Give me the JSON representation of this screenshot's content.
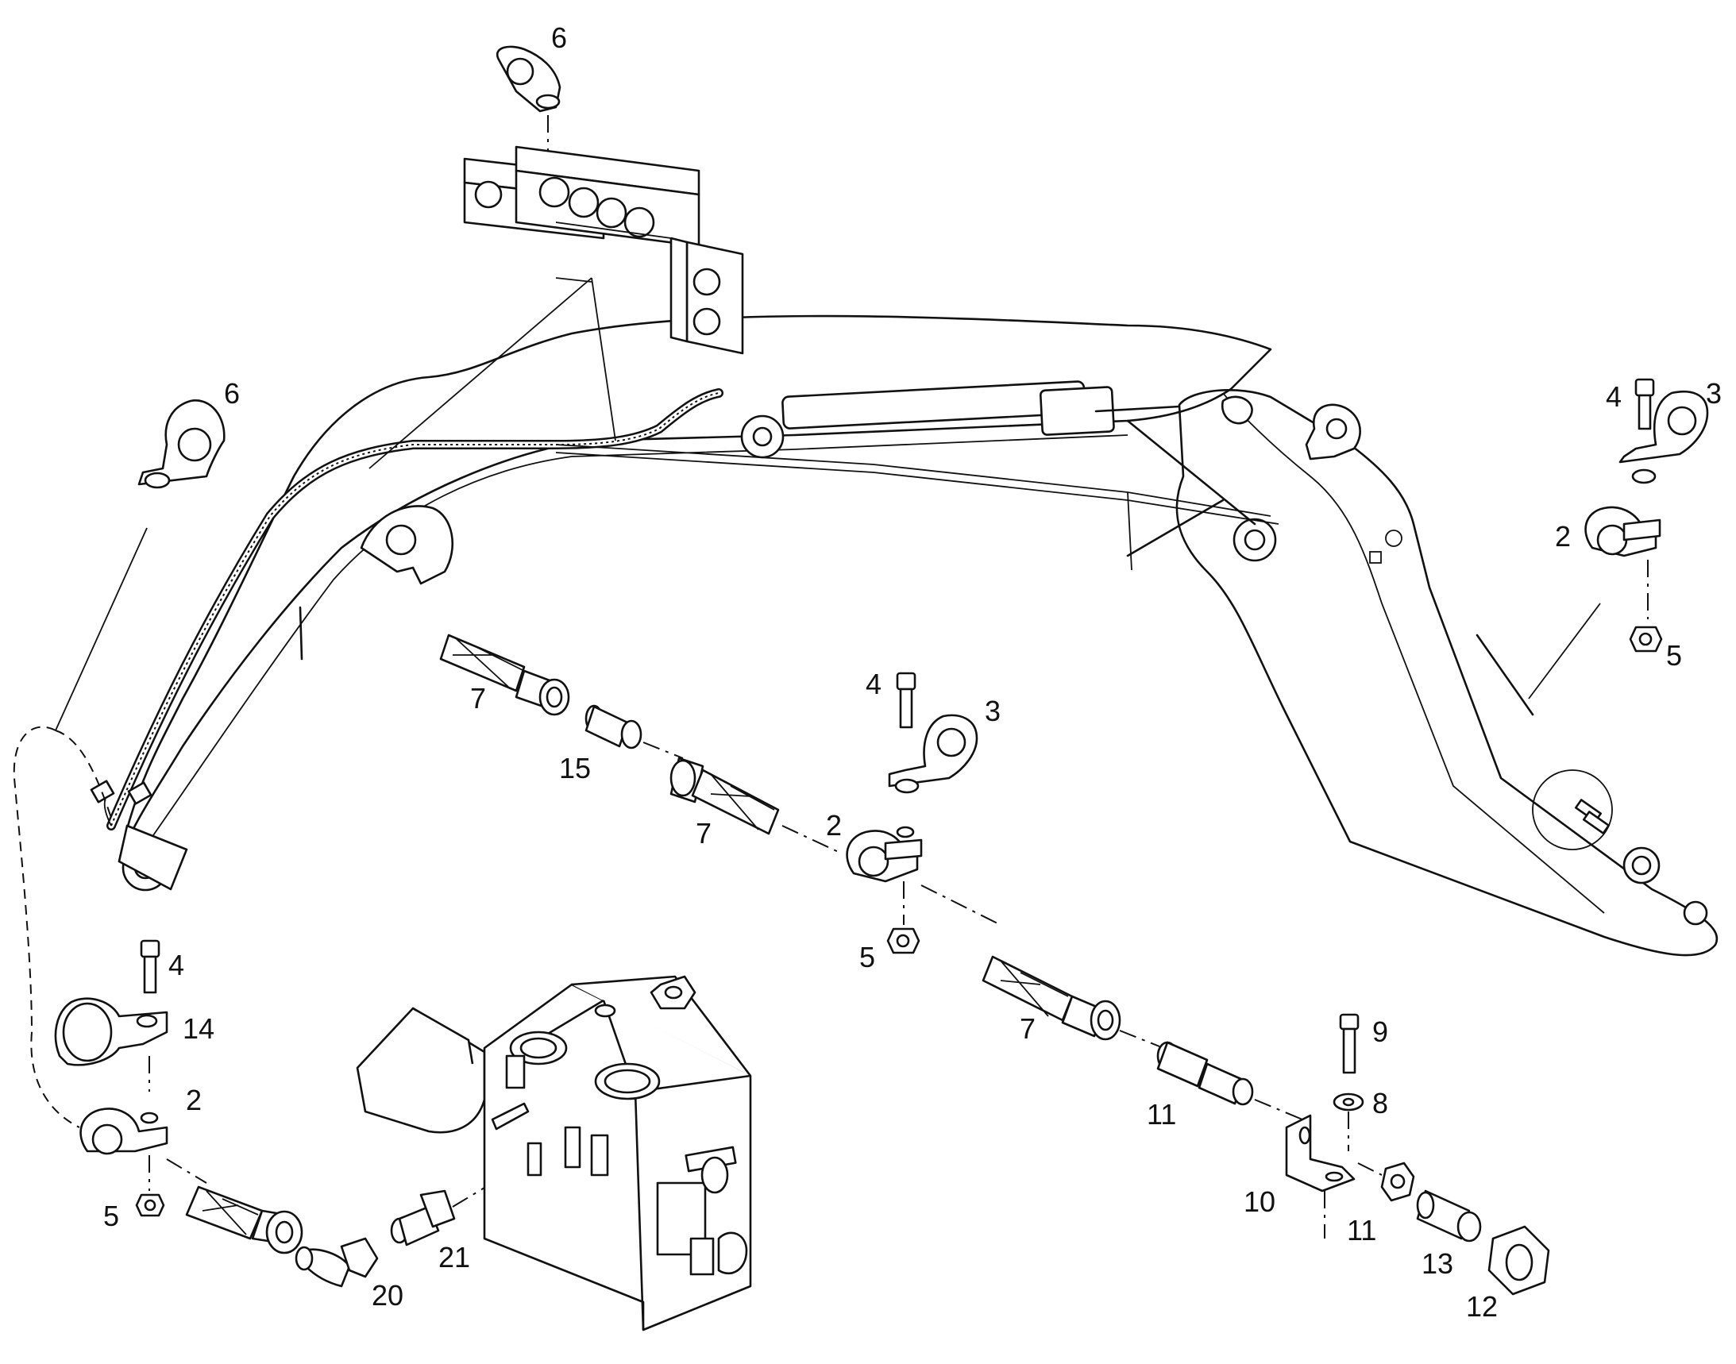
{
  "callouts": [
    {
      "id": "c6a",
      "text": "6"
    },
    {
      "id": "c6b",
      "text": "6"
    },
    {
      "id": "c4a",
      "text": "4"
    },
    {
      "id": "c3a",
      "text": "3"
    },
    {
      "id": "c2a",
      "text": "2"
    },
    {
      "id": "c5a",
      "text": "5"
    },
    {
      "id": "c7a",
      "text": "7"
    },
    {
      "id": "c15",
      "text": "15"
    },
    {
      "id": "c4b",
      "text": "4"
    },
    {
      "id": "c3b",
      "text": "3"
    },
    {
      "id": "c7b",
      "text": "7"
    },
    {
      "id": "c2b",
      "text": "2"
    },
    {
      "id": "c5b",
      "text": "5"
    },
    {
      "id": "c7c",
      "text": "7"
    },
    {
      "id": "c4c",
      "text": "4"
    },
    {
      "id": "c14",
      "text": "14"
    },
    {
      "id": "c2c",
      "text": "2"
    },
    {
      "id": "c5c",
      "text": "5"
    },
    {
      "id": "c20",
      "text": "20"
    },
    {
      "id": "c21",
      "text": "21"
    },
    {
      "id": "c11a",
      "text": "11"
    },
    {
      "id": "c9",
      "text": "9"
    },
    {
      "id": "c8",
      "text": "8"
    },
    {
      "id": "c10",
      "text": "10"
    },
    {
      "id": "c11b",
      "text": "11"
    },
    {
      "id": "c13",
      "text": "13"
    },
    {
      "id": "c12",
      "text": "12"
    }
  ]
}
